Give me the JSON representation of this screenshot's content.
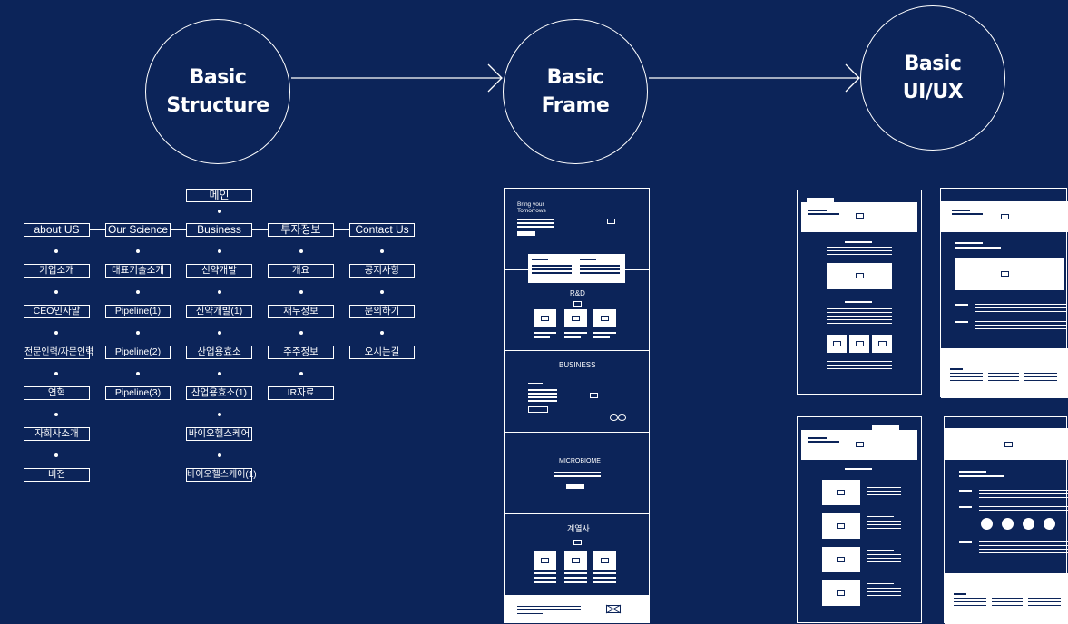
{
  "flow": [
    {
      "title_line1": "Basic",
      "title_line2": "Structure"
    },
    {
      "title_line1": "Basic",
      "title_line2": "Frame"
    },
    {
      "title_line1": "Basic",
      "title_line2": "UI/UX"
    }
  ],
  "sitemap": {
    "root": "메인",
    "columns": [
      {
        "header": "about US",
        "items": [
          "기업소개",
          "CEO인사말",
          "전문인력/자문인력",
          "연혁",
          "자회사소개",
          "비전"
        ]
      },
      {
        "header": "Our Science",
        "items": [
          "대표기술소개",
          "Pipeline(1)",
          "Pipeline(2)",
          "Pipeline(3)"
        ]
      },
      {
        "header": "Business",
        "items": [
          "신약개발",
          "신약개발(1)",
          "산업용효소",
          "산업용효소(1)",
          "바이오헬스케어",
          "바이오헬스케어(1)"
        ]
      },
      {
        "header": "투자정보",
        "items": [
          "개요",
          "재무정보",
          "주주정보",
          "IR자료"
        ]
      },
      {
        "header": "Contact Us",
        "items": [
          "공지사항",
          "문의하기",
          "오시는길"
        ]
      }
    ]
  },
  "wireframe": {
    "hero_title": "Bring your\nTomorrows",
    "section_rd": "R&D",
    "section_business": "BUSINESS",
    "section_microbiome": "MICROBIOME",
    "section_affiliates": "계열사"
  }
}
